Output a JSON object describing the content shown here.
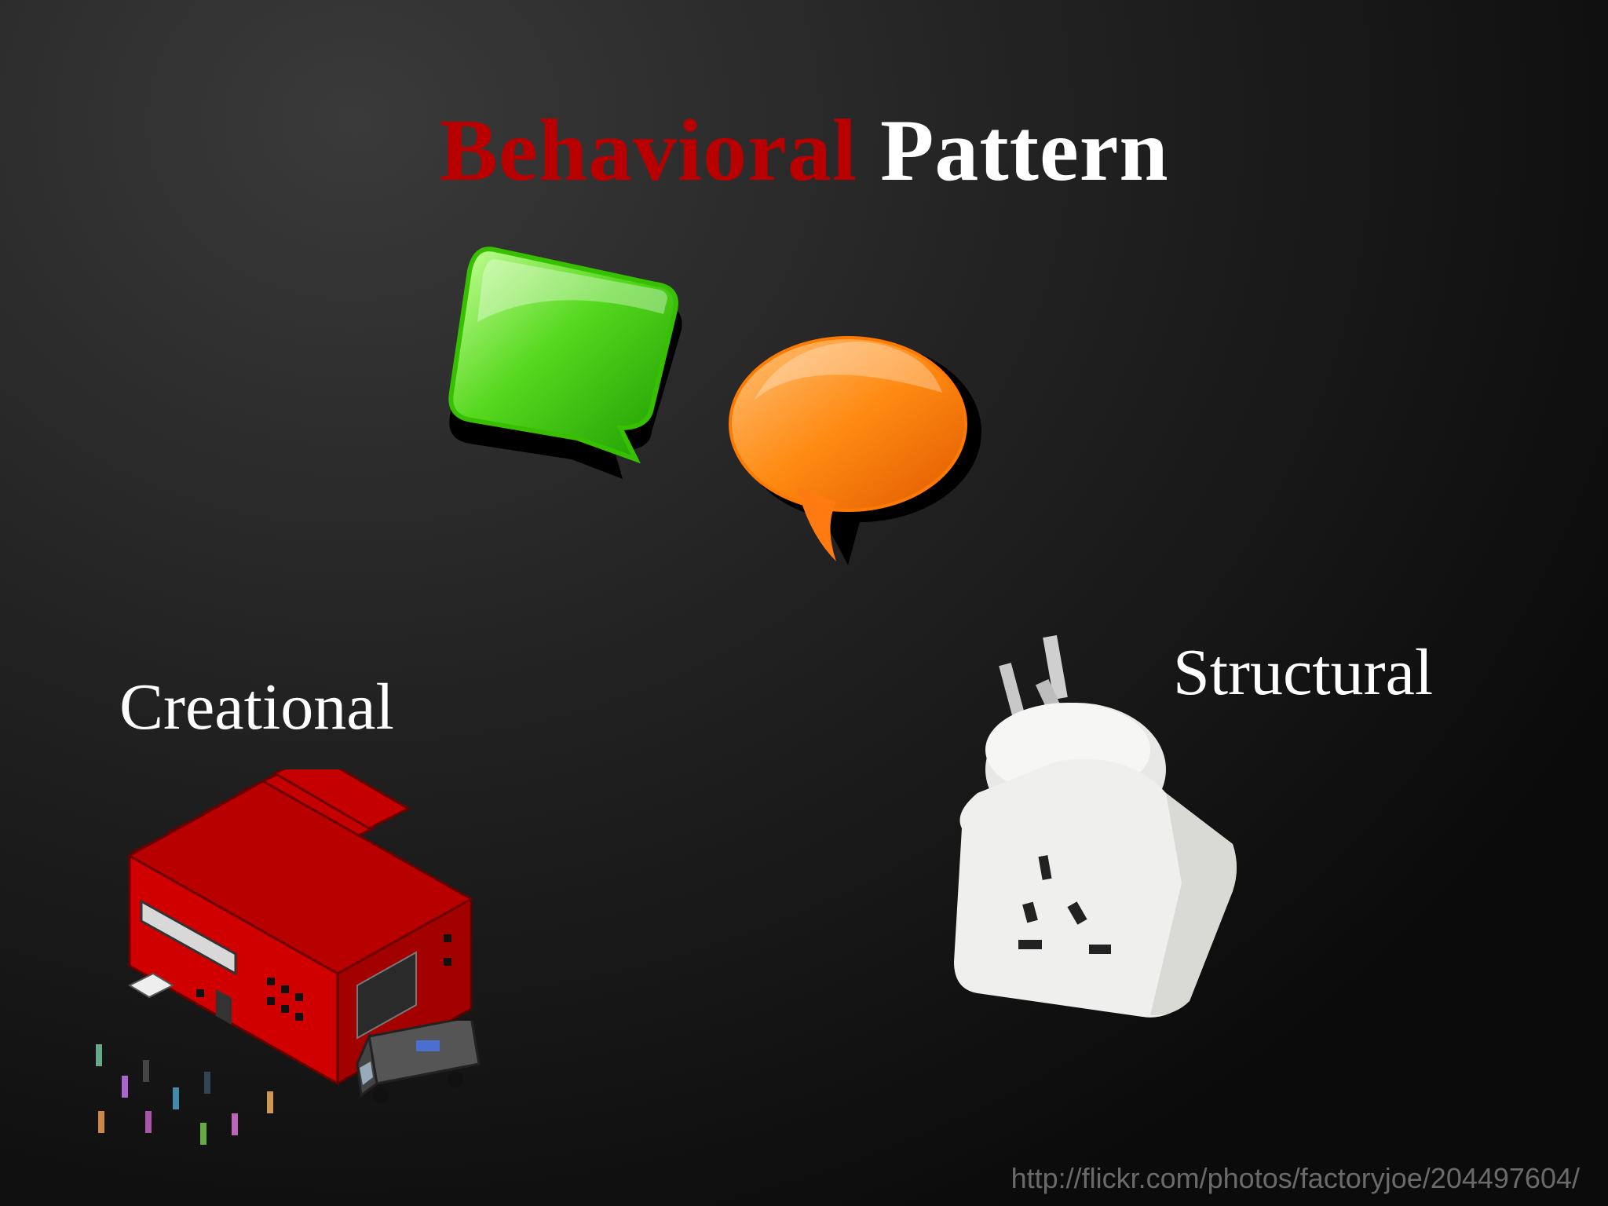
{
  "slide": {
    "title_part1": "Behavioral",
    "title_part2": "Pattern",
    "title_part1_color": "#b80000",
    "title_part2_color": "#ffffff",
    "creational_label": "Creational",
    "structural_label": "Structural",
    "caption": "http://flickr.com/photos/factoryjoe/204497604/",
    "icons": [
      "speech-bubbles-icon",
      "factory-icon",
      "power-plug-adapter-icon"
    ]
  }
}
